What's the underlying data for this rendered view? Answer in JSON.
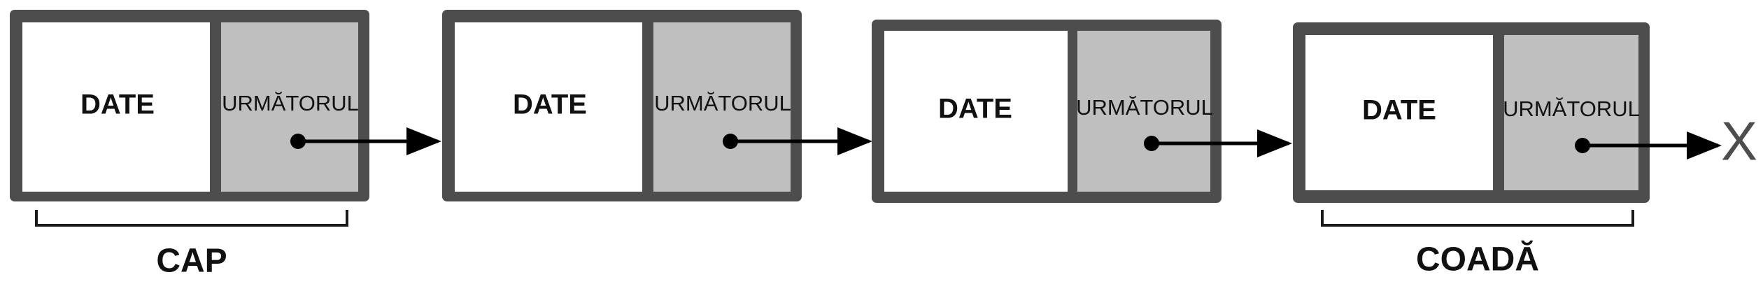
{
  "diagram": {
    "nodes": [
      {
        "data_label": "DATE",
        "next_label": "URMĂTORUL"
      },
      {
        "data_label": "DATE",
        "next_label": "URMĂTORUL"
      },
      {
        "data_label": "DATE",
        "next_label": "URMĂTORUL"
      },
      {
        "data_label": "DATE",
        "next_label": "URMĂTORUL"
      }
    ],
    "head_label": "CAP",
    "tail_label": "COADĂ",
    "null_label": "X",
    "colors": {
      "frame": "#4d4d4d",
      "data_cell": "#ffffff",
      "next_cell": "#bfbfbf",
      "arrow": "#000000"
    }
  }
}
